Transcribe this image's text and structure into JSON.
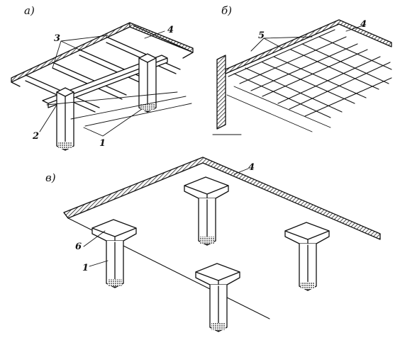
{
  "panels": {
    "a": {
      "panel_label": "а)",
      "labels": {
        "n3": "3",
        "n4": "4",
        "n2": "2",
        "n1": "1"
      }
    },
    "b": {
      "panel_label": "б)",
      "labels": {
        "n5": "5",
        "n4": "4"
      }
    },
    "c": {
      "panel_label": "в)",
      "labels": {
        "n4": "4",
        "n6": "6",
        "n1": "1"
      }
    }
  }
}
